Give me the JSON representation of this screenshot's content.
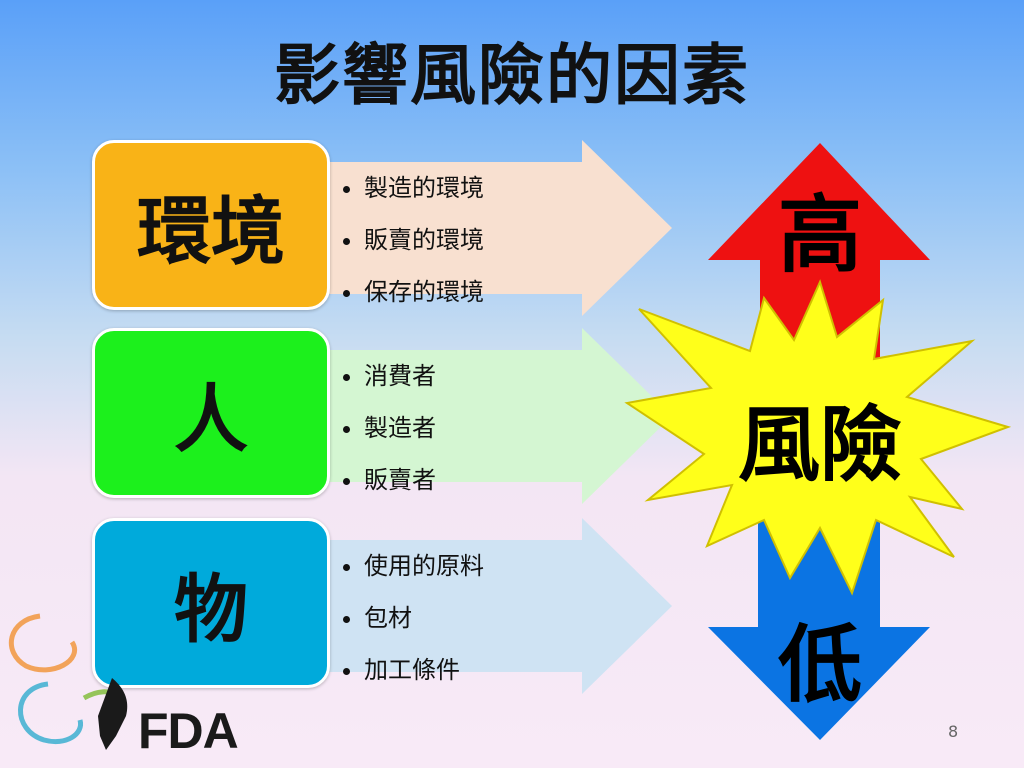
{
  "title": "影響風險的因素",
  "factors": [
    {
      "label": "環境",
      "items": [
        "製造的環境",
        "販賣的環境",
        "保存的環境"
      ],
      "box_color": "#f9b317",
      "arrow_color": "#f8e0d0"
    },
    {
      "label": "人",
      "items": [
        "消費者",
        "製造者",
        "販賣者"
      ],
      "box_color": "#1cf01c",
      "arrow_color": "#d4f6d2"
    },
    {
      "label": "物",
      "items": [
        "使用的原料",
        "包材",
        "加工條件"
      ],
      "box_color": "#00aadb",
      "arrow_color": "#cfe3f3"
    }
  ],
  "risk": {
    "high": "高",
    "center": "風險",
    "low": "低",
    "high_color": "#ee1111",
    "low_color": "#0b74e3",
    "star_color": "#ffff1a"
  },
  "logo": {
    "text": "FDA"
  },
  "page_number": "8"
}
